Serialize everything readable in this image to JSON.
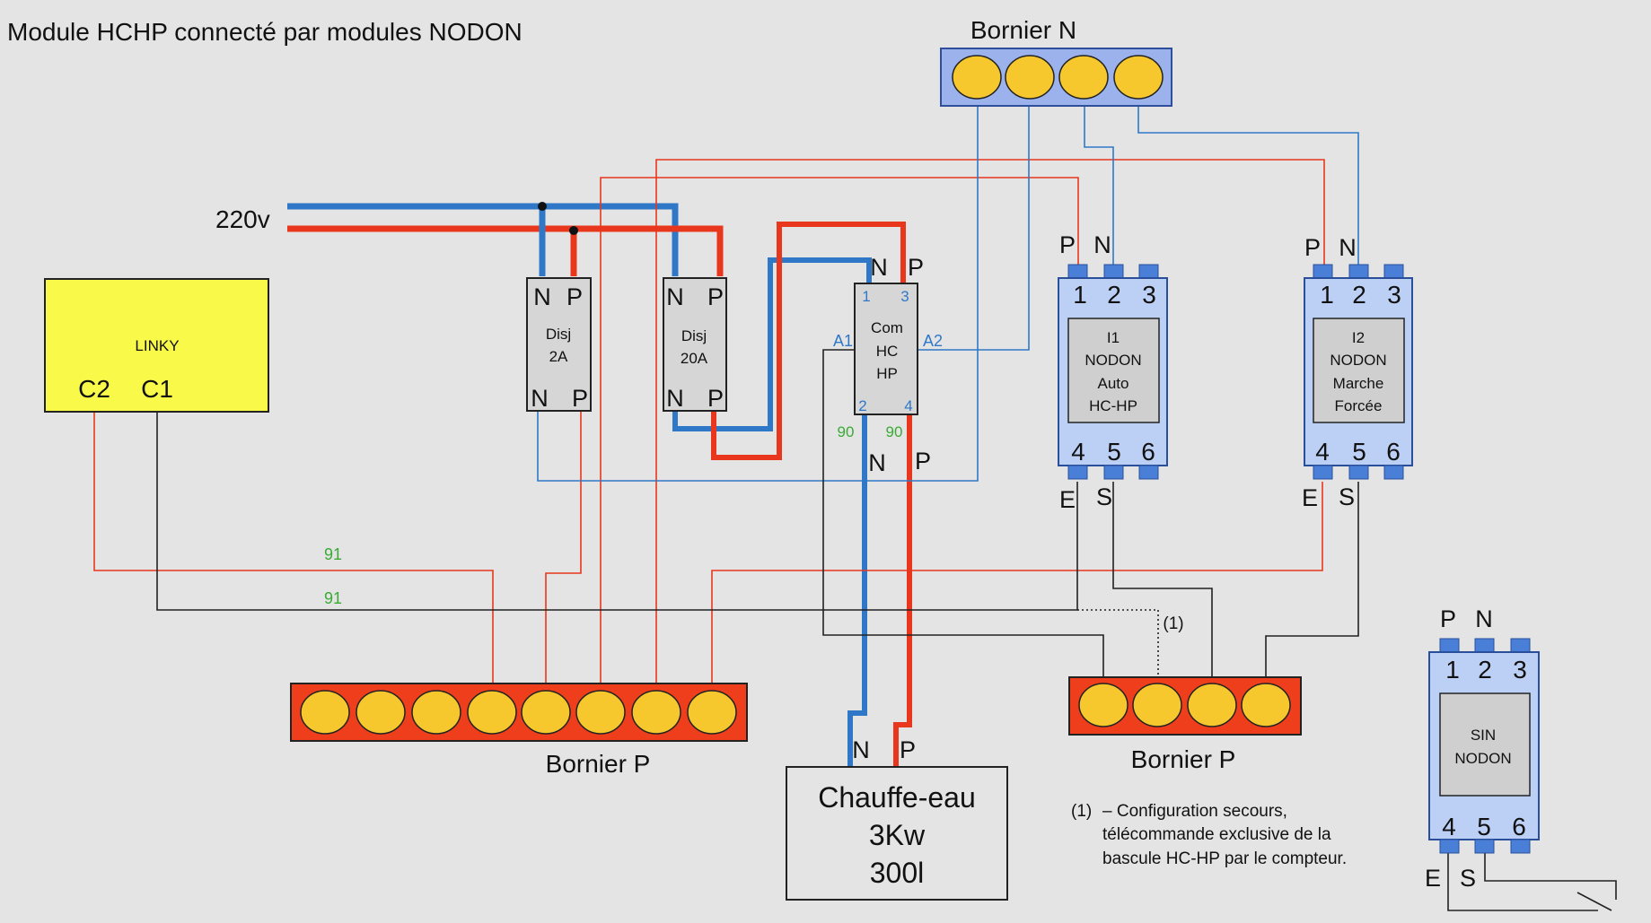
{
  "title": "Module HCHP connecté par modules NODON",
  "supply": {
    "label": "220v"
  },
  "bornier_n": {
    "label": "Bornier N"
  },
  "bornier_p1": {
    "label": "Bornier P"
  },
  "bornier_p2": {
    "label": "Bornier P"
  },
  "linky": {
    "label": "LINKY",
    "c2": "C2",
    "c1": "C1"
  },
  "disj2": {
    "line1": "Disj",
    "line2": "2A",
    "n_top": "N",
    "p_top": "P",
    "n_bot": "N",
    "p_bot": "P"
  },
  "disj20": {
    "line1": "Disj",
    "line2": "20A",
    "n_top": "N",
    "p_top": "P",
    "n_bot": "N",
    "p_bot": "P"
  },
  "contactor": {
    "line1": "Com",
    "line2": "HC",
    "line3": "HP",
    "t1": "1",
    "t3": "3",
    "t2": "2",
    "t4": "4",
    "a1": "A1",
    "a2": "A2",
    "n_top": "N",
    "p_top": "P",
    "n_bot": "N",
    "p_bot": "P",
    "w90_left": "90",
    "w90_right": "90"
  },
  "nodon1": {
    "line1": "I1",
    "line2": "NODON",
    "line3": "Auto",
    "line4": "HC-HP",
    "p": "P",
    "n": "N",
    "e": "E",
    "s": "S"
  },
  "nodon2": {
    "line1": "I2",
    "line2": "NODON",
    "line3": "Marche",
    "line4": "Forcée",
    "p": "P",
    "n": "N",
    "e": "E",
    "s": "S"
  },
  "nodon3": {
    "line1": "SIN",
    "line2": "NODON",
    "p": "P",
    "n": "N",
    "e": "E",
    "s": "S"
  },
  "module_terminals": {
    "t1": "1",
    "t2": "2",
    "t3": "3",
    "t4": "4",
    "t5": "5",
    "t6": "6"
  },
  "wires": {
    "w91_red": "91",
    "w91_black": "91",
    "secours_mark": "(1)"
  },
  "heater": {
    "line1": "Chauffe-eau",
    "line2": "3Kw",
    "line3": "300l",
    "n": "N",
    "p": "P"
  },
  "note": {
    "mark": "(1)",
    "line1": "– Configuration secours,",
    "line2": "télécommande exclusive de la",
    "line3": "bascule HC-HP par le compteur."
  },
  "colors": {
    "background": "#e4e4e4",
    "blue_wire": "#2f78c8",
    "red_wire": "#e8371c",
    "bornier_n_fill": "#9bb2ec",
    "bornier_p_fill": "#ef3e1c",
    "terminal_fill": "#f7c82e",
    "linky_fill": "#f9f94a",
    "module_fill": "#bcd0f6",
    "green_label": "#3aaa35"
  }
}
